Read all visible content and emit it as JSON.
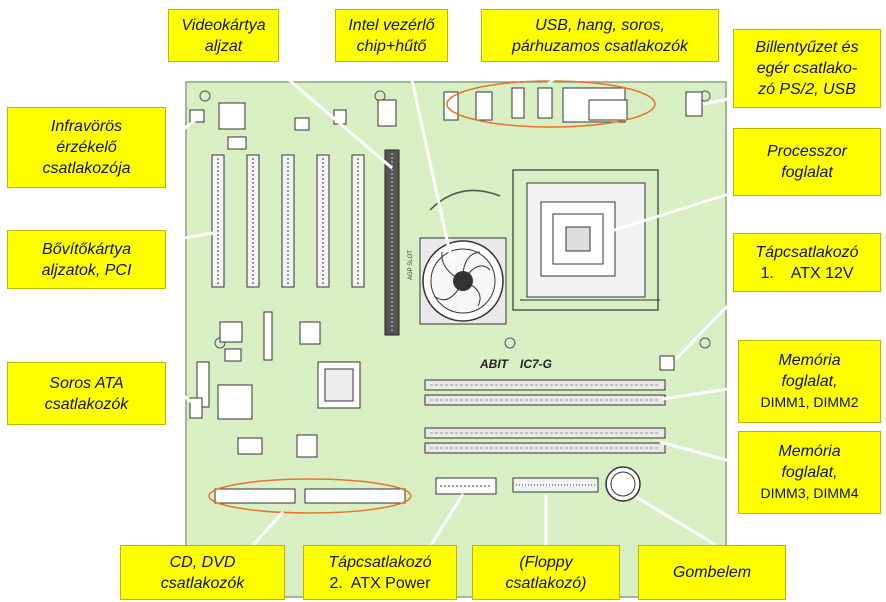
{
  "labels": {
    "infrared": [
      "Infravörös",
      "érzékelő",
      "csatlakozója"
    ],
    "pci": [
      "Bővítőkártya",
      "aljzatok, PCI"
    ],
    "sata": [
      "Soros ATA",
      "csatlakozók"
    ],
    "video": [
      "Videokártya",
      "aljzat"
    ],
    "chipset": [
      "Intel vezérlő",
      "chip+hűtő"
    ],
    "usb_ports": [
      "USB, hang, soros,",
      "párhuzamos csatlakozók"
    ],
    "keyboard": [
      "Billentyűzet és",
      "egér csatlakо-",
      "zó PS/2, USB"
    ],
    "processor": [
      "Processzor",
      "foglalat"
    ],
    "power1": [
      "Tápcsatlakozó",
      "1.    ATX 12V"
    ],
    "mem1": [
      "Memória",
      "foglalat,",
      "DIMM1, DIMM2"
    ],
    "mem2": [
      "Memória",
      "foglalat,",
      "DIMM3, DIMM4"
    ],
    "ide": [
      "CD, DVD",
      "csatlakozók"
    ],
    "power2": [
      "Tápcsatlakozó",
      "2.  ATX Power"
    ],
    "floppy": [
      "(Floppy",
      "csatlakozó)"
    ],
    "battery": [
      "Gombelem"
    ]
  },
  "board": {
    "brand": "ABIT",
    "model": "IC7-G"
  },
  "colors": {
    "label_bg": "#ffff00",
    "board": "#d8efc4",
    "arrow": "#ffffff",
    "ellipse": "#e8732a"
  }
}
